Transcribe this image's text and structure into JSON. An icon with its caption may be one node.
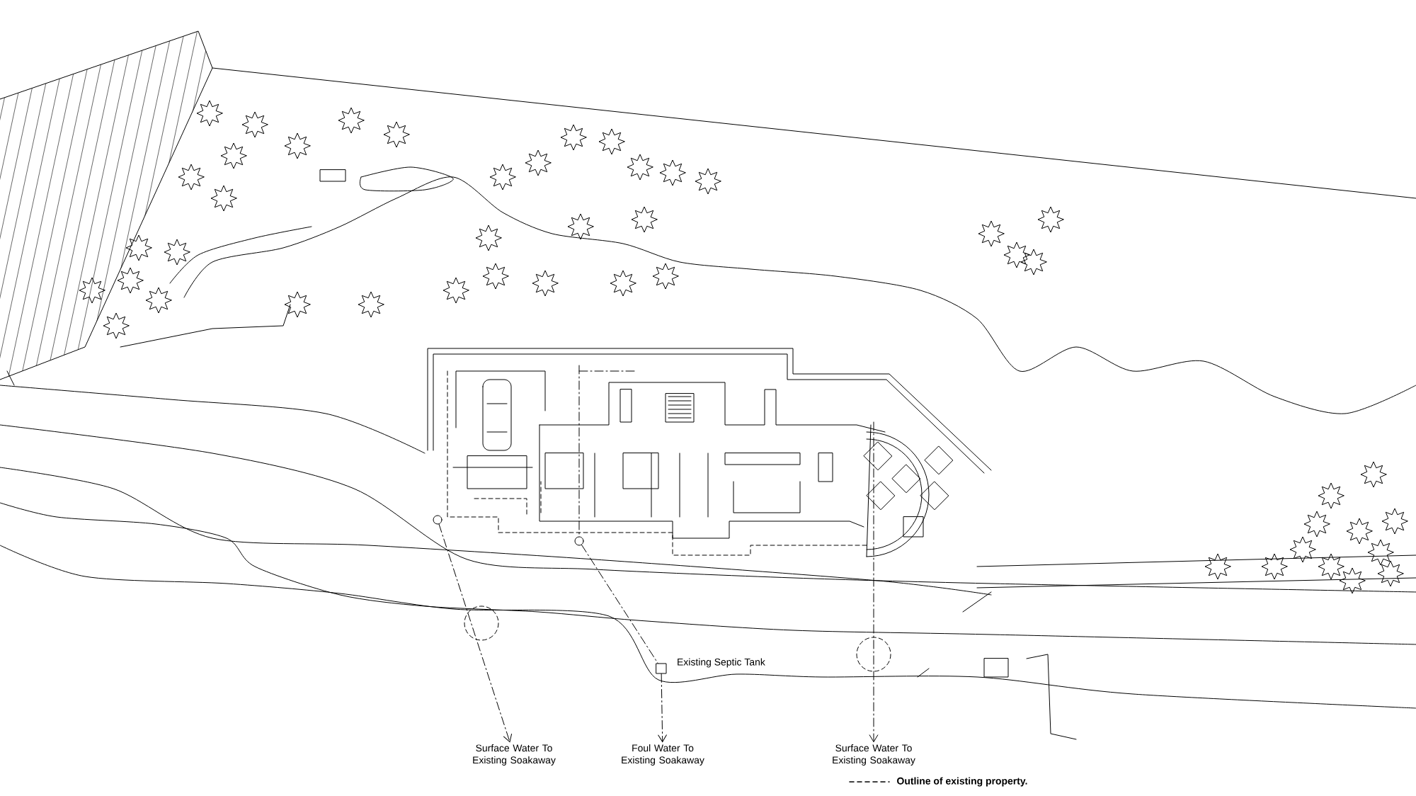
{
  "diagram": {
    "nodes": [
      {
        "text": [],
        "shape": "circle"
      },
      {
        "text": [],
        "shape": "circle"
      },
      {
        "text": [],
        "shape": "box",
        "beside": [
          "Existing Septic Tank"
        ]
      },
      {
        "text": [
          "Surface Water To Existing Soakaway"
        ]
      },
      {
        "text": [
          "Foul Water To Existing Soakaway"
        ]
      },
      {
        "text": [
          "Surface Water To Existing Soakaway"
        ]
      }
    ],
    "edges": [
      {
        "from": 0,
        "to": 3,
        "arrow": "to",
        "style": "dashed"
      },
      {
        "from": 1,
        "to": 2,
        "arrow": "none",
        "style": "dashed"
      },
      {
        "from": 2,
        "to": 4,
        "arrow": "to",
        "style": "dashed"
      },
      {
        "from": null,
        "to": 5,
        "arrow": "to",
        "style": "dashed"
      }
    ],
    "legend": [
      {
        "text": "Outline of existing property."
      }
    ]
  }
}
